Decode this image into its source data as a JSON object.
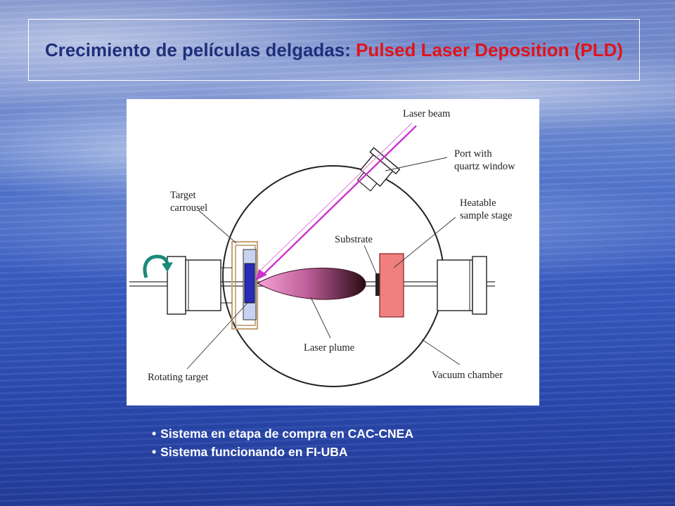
{
  "slide": {
    "title_part1": "Crecimiento de películas delgadas: ",
    "title_part2": "Pulsed Laser Deposition (PLD)"
  },
  "diagram": {
    "labels": {
      "laser_beam": "Laser beam",
      "port_line1": "Port with",
      "port_line2": "quartz window",
      "target_line1": "Target",
      "target_line2": "carrousel",
      "heatable_line1": "Heatable",
      "heatable_line2": "sample stage",
      "substrate": "Substrate",
      "laser_plume": "Laser plume",
      "rotating_target": "Rotating target",
      "vacuum_chamber": "Vacuum chamber"
    }
  },
  "bullets": [
    "Sistema en etapa de compra en CAC-CNEA",
    "Sistema funcionando en FI-UBA"
  ],
  "colors": {
    "title_blue": "#1f2f7a",
    "title_red": "#e0141b",
    "laser_magenta": "#cc33cc",
    "stage_pink": "#f08080",
    "rotation_arrow": "#1a8a7a"
  }
}
